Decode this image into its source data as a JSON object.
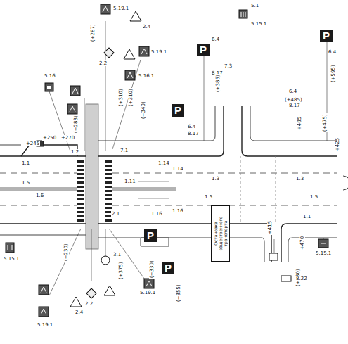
{
  "diagram": {
    "nodes": [
      {
        "text": [
          "P"
        ]
      },
      {
        "text": [
          "P"
        ]
      },
      {
        "text": [
          "P"
        ]
      },
      {
        "text": [
          "P"
        ]
      },
      {
        "text": [
          "P"
        ]
      },
      {
        "text": [
          "Остановка общественного транспорта"
        ]
      }
    ],
    "labels": [
      "5.19.1",
      "(+287)",
      "2.4",
      "2.2",
      "5.19.1",
      "5.16.1",
      "(+310)",
      "(+310)",
      "(+340)",
      "6.4",
      "8.17",
      "6.4",
      "8.17",
      "5.1",
      "5.15.1",
      "7.3",
      "(+385)",
      "(+485)",
      "6.4",
      "8.17",
      "+485",
      "(+475)",
      "(+595)",
      "6.4",
      "5.16",
      "+245",
      "+250",
      "+270",
      "(+283)",
      "1.2",
      "7.1",
      "1.1",
      "1.5",
      "1.6",
      "1.11",
      "1.14",
      "1.16",
      "1.3",
      "1.5",
      "1.3",
      "1.5",
      "1.1",
      "1.14",
      "1.16",
      "2.1",
      "3.1",
      "(+230)",
      "5.15.1",
      "5.19.1",
      "2.4",
      "2.2",
      "5.19.1",
      "(+375)",
      "(+330)",
      "(+355)",
      "5.15.1",
      "+415",
      "+470",
      "(+430)",
      "8.22",
      "+425"
    ]
  }
}
